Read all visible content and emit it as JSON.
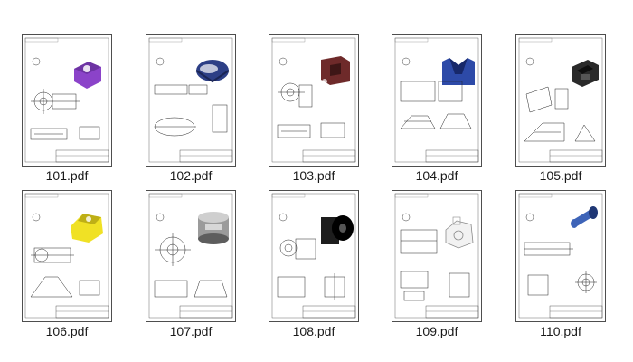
{
  "files": [
    {
      "name": "101.pdf",
      "part": "part-purple-bracket",
      "color": "#8b43c9",
      "dark": "#5a2a8a"
    },
    {
      "name": "102.pdf",
      "part": "part-navy-link",
      "color": "#2d3f86",
      "dark": "#1a2555"
    },
    {
      "name": "103.pdf",
      "part": "part-maroon-block",
      "color": "#6e2a2a",
      "dark": "#3e1616"
    },
    {
      "name": "104.pdf",
      "part": "part-blue-saddle",
      "color": "#2d4aa8",
      "dark": "#17286a"
    },
    {
      "name": "105.pdf",
      "part": "part-black-channel",
      "color": "#2a2a2a",
      "dark": "#0e0e0e"
    },
    {
      "name": "106.pdf",
      "part": "part-yellow-bracket",
      "color": "#f0e125",
      "dark": "#a89a10"
    },
    {
      "name": "107.pdf",
      "part": "part-gray-cylinder",
      "color": "#9b9b9b",
      "dark": "#5d5d5d"
    },
    {
      "name": "108.pdf",
      "part": "part-black-clevis",
      "color": "#1d1d1d",
      "dark": "#000000"
    },
    {
      "name": "109.pdf",
      "part": "part-white-casting",
      "color": "#f2f2f2",
      "dark": "#8a8a8a"
    },
    {
      "name": "110.pdf",
      "part": "part-blue-shaft",
      "color": "#3e64b8",
      "dark": "#1f3775"
    }
  ]
}
